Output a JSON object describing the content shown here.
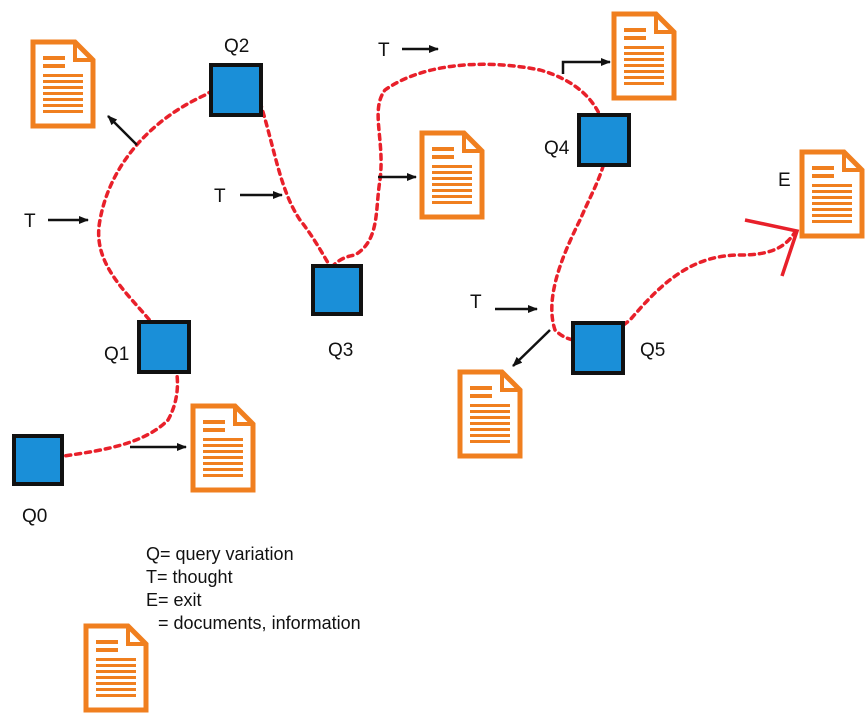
{
  "diagram": {
    "queries": [
      {
        "id": "q0",
        "label": "Q0"
      },
      {
        "id": "q1",
        "label": "Q1"
      },
      {
        "id": "q2",
        "label": "Q2"
      },
      {
        "id": "q3",
        "label": "Q3"
      },
      {
        "id": "q4",
        "label": "Q4"
      },
      {
        "id": "q5",
        "label": "Q5"
      }
    ],
    "thought_label": "T",
    "exit_label": "E",
    "colors": {
      "query_fill": "#1a8fd8",
      "query_border": "#111111",
      "path": "#e8202a",
      "document": "#f07f1f",
      "arrow": "#111111",
      "exit_arrow": "#e8202a"
    },
    "icons": {
      "query": "query-square-icon",
      "document": "document-icon",
      "thought": "thought-arrow-icon",
      "exit": "exit-arrow-icon"
    }
  },
  "legend": {
    "lines": [
      "Q= query  variation",
      "T= thought",
      "E= exit",
      "= documents, information"
    ]
  }
}
